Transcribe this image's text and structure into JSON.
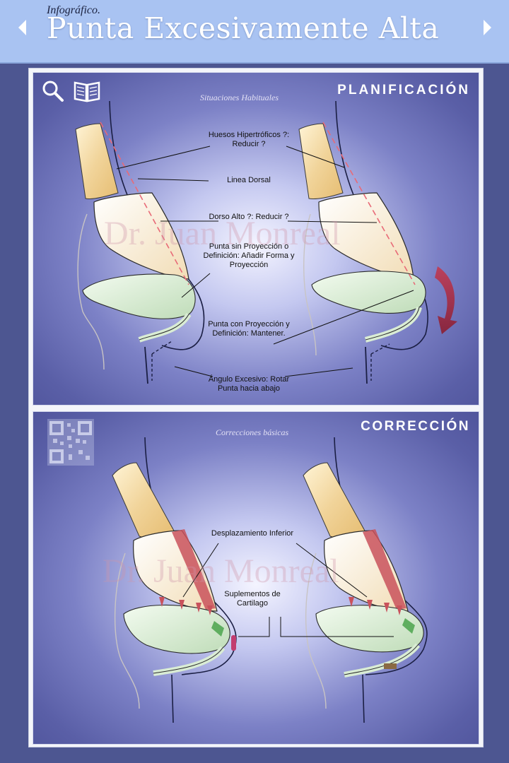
{
  "header": {
    "kicker": "Infográfico.",
    "title": "Punta Excesivamente Alta"
  },
  "top_panel": {
    "title": "PLANIFICACIÓN",
    "subtitle": "Situaciones Habituales",
    "watermark": "Dr. Juan Monreal",
    "labels": [
      "Huesos Hipertróficos ?: Reducir ?",
      "Linea Dorsal",
      "Dorso Alto ?: Reducir ?",
      "Punta sin Proyección o Definición: Añadir Forma y Proyección",
      "Punta con Proyección y Definición: Mantener.",
      "Ángulo Excesivo: Rotar Punta hacia abajo"
    ]
  },
  "bottom_panel": {
    "title": "CORRECCIÓN",
    "subtitle": "Correcciones básicas",
    "watermark": "Dr. Juan Monreal",
    "labels": [
      "Desplazamiento Inferior",
      "Suplementos de Cartilago"
    ]
  },
  "icons": [
    "search-icon",
    "book-icon",
    "qr-code-icon",
    "chevron-left-icon",
    "chevron-right-icon"
  ],
  "colors": {
    "header_bg": "#a9c3f2",
    "page_bg": "#4d5691",
    "bone": "#f1d49a",
    "cartilage_upper": "#f6e7c9",
    "cartilage_lower": "#d9ecd4",
    "rotation_arrow": "#9c2438"
  }
}
